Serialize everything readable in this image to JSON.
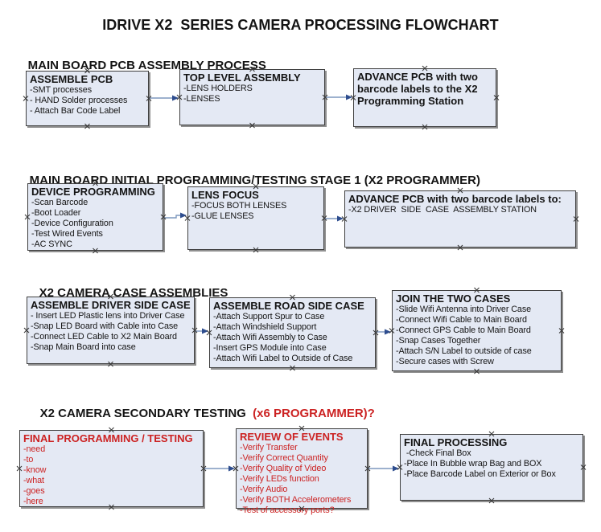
{
  "title": "IDRIVE X2  SERIES CAMERA PROCESSING FLOWCHART",
  "colors": {
    "background": "#ffffff",
    "text": "#141414",
    "red_text": "#cc2222",
    "box_fill": "#e4e9f4",
    "box_border": "#3f3f3f",
    "box_shadow": "#8f8f8f",
    "arrow_line": "#7d97bd",
    "arrow_head": "#2e4d8e",
    "handle": "#3a3a3a"
  },
  "sections": [
    {
      "header": "MAIN BOARD PCB ASSEMBLY PROCESS",
      "boxes": [
        {
          "title": "ASSEMBLE PCB",
          "items": [
            "-SMT processes",
            "- HAND Solder processes",
            "- Attach Bar Code Label"
          ]
        },
        {
          "title": "TOP LEVEL ASSEMBLY",
          "items": [
            "-LENS HOLDERS",
            "-LENSES"
          ]
        },
        {
          "title": "ADVANCE PCB with two barcode labels to the X2 Programming Station",
          "items": []
        }
      ]
    },
    {
      "header": "MAIN BOARD INITIAL PROGRAMMING/TESTING STAGE 1 (X2 PROGRAMMER)",
      "boxes": [
        {
          "title": "DEVICE PROGRAMMING",
          "items": [
            "-Scan Barcode",
            "-Boot Loader",
            "-Device Configuration",
            "-Test Wired Events",
            "-AC SYNC"
          ]
        },
        {
          "title": "LENS FOCUS",
          "items": [
            "-FOCUS BOTH LENSES",
            "-GLUE LENSES"
          ]
        },
        {
          "title": "ADVANCE PCB with two barcode labels to:",
          "items": [
            "-X2 DRIVER  SIDE  CASE  ASSEMBLY STATION"
          ]
        }
      ]
    },
    {
      "header": "X2 CAMERA CASE ASSEMBLIES",
      "boxes": [
        {
          "title": "ASSEMBLE DRIVER SIDE CASE",
          "items": [
            "- Insert LED Plastic lens into Driver Case",
            "-Snap LED Board with Cable into Case",
            "-Connect LED Cable to X2 Main Board",
            "-Snap Main Board into case"
          ]
        },
        {
          "title": "ASSEMBLE ROAD SIDE CASE",
          "items": [
            "-Attach Support Spur to Case",
            "-Attach Windshield Support",
            "-Attach Wifi Assembly to Case",
            "-Insert GPS Module into Case",
            "-Attach Wifi Label to Outside of Case"
          ]
        },
        {
          "title": "JOIN THE TWO CASES",
          "items": [
            "-Slide Wifi Antenna into Driver Case",
            "-Connect Wifi Cable to Main Board",
            "-Connect GPS Cable to Main Board",
            "-Snap Cases Together",
            "-Attach S/N Label to outside of case",
            "-Secure cases with Screw"
          ]
        }
      ]
    },
    {
      "header": "X2 CAMERA SECONDARY TESTING ",
      "header_red": " (x6 PROGRAMMER)?",
      "boxes": [
        {
          "title": "FINAL PROGRAMMING / TESTING",
          "items": [
            "-need",
            "-to",
            "-know",
            "-what",
            "-goes",
            "-here"
          ]
        },
        {
          "title": "REVIEW OF EVENTS",
          "items": [
            "-Verify Transfer",
            "-Verify Correct Quantity",
            "-Verify Quality of Video",
            "-Verify LEDs function",
            "-Verify Audio",
            "-Verify BOTH Accelerometers",
            "-Test of accessory ports?"
          ]
        },
        {
          "title": "FINAL PROCESSING",
          "items": [
            " -Check Final Box",
            "-Place In Bubble wrap Bag and BOX",
            "-Place Barcode Label on Exterior or Box"
          ]
        }
      ]
    }
  ]
}
